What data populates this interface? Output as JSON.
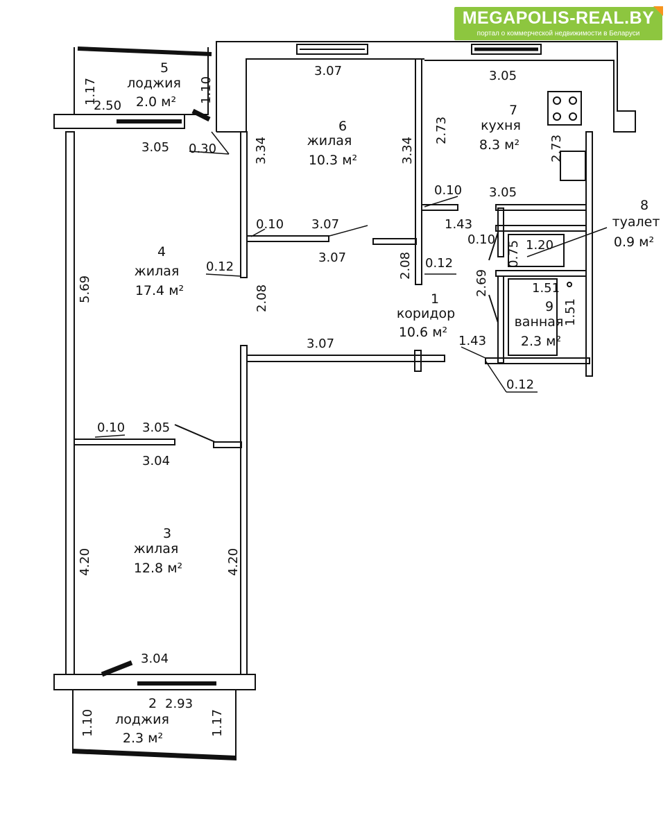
{
  "brand": {
    "name": "MEGAPOLIS-REAL.BY",
    "tagline": "портал о коммерческой недвижимости в Беларуси"
  },
  "rooms": [
    {
      "num": "5",
      "name": "лоджия",
      "area": "2.0 м²"
    },
    {
      "num": "6",
      "name": "жилая",
      "area": "10.3 м²"
    },
    {
      "num": "7",
      "name": "кухня",
      "area": "8.3 м²"
    },
    {
      "num": "8",
      "name": "туалет",
      "area": "0.9 м²"
    },
    {
      "num": "4",
      "name": "жилая",
      "area": "17.4 м²"
    },
    {
      "num": "1",
      "name": "коридор",
      "area": "10.6 м²"
    },
    {
      "num": "9",
      "name": "ванная",
      "area": "2.3 м²"
    },
    {
      "num": "3",
      "name": "жилая",
      "area": "12.8 м²"
    },
    {
      "num": "2",
      "name": "лоджия",
      "area": "2.3 м²"
    }
  ],
  "dimensions": [
    {
      "text": "1.17"
    },
    {
      "text": "2.50"
    },
    {
      "text": "1.10"
    },
    {
      "text": "3.05"
    },
    {
      "text": "0.30"
    },
    {
      "text": "3.07"
    },
    {
      "text": "3.34"
    },
    {
      "text": "3.34"
    },
    {
      "text": "3.05"
    },
    {
      "text": "2.73"
    },
    {
      "text": "2.73"
    },
    {
      "text": "0.10"
    },
    {
      "text": "3.05"
    },
    {
      "text": "1.43"
    },
    {
      "text": "0.10"
    },
    {
      "text": "3.07"
    },
    {
      "text": "3.07"
    },
    {
      "text": "0.10"
    },
    {
      "text": "0.75"
    },
    {
      "text": "1.20"
    },
    {
      "text": "0.12"
    },
    {
      "text": "2.08"
    },
    {
      "text": "0.12"
    },
    {
      "text": "2.69"
    },
    {
      "text": "5.69"
    },
    {
      "text": "2.08"
    },
    {
      "text": "1.51"
    },
    {
      "text": "1.51"
    },
    {
      "text": "1.43"
    },
    {
      "text": "3.07"
    },
    {
      "text": "0.12"
    },
    {
      "text": "0.10"
    },
    {
      "text": "3.05"
    },
    {
      "text": "3.04"
    },
    {
      "text": "4.20"
    },
    {
      "text": "4.20"
    },
    {
      "text": "3.04"
    },
    {
      "text": "2.93"
    },
    {
      "text": "1.10"
    },
    {
      "text": "1.17"
    }
  ]
}
